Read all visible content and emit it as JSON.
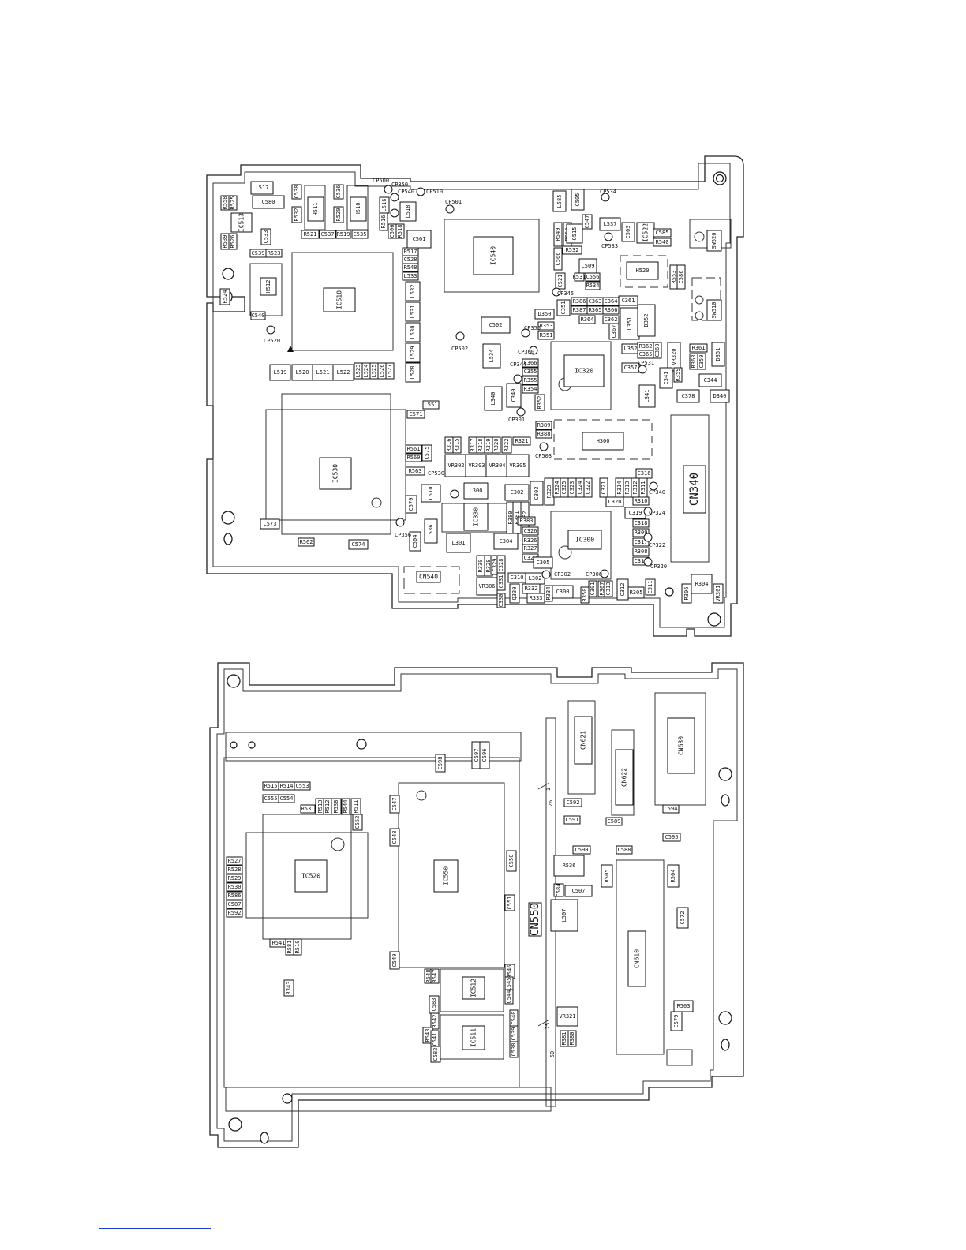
{
  "top_board": {
    "components": [
      {
        "label": "L517"
      },
      {
        "label": "C580"
      },
      {
        "label": "C538"
      },
      {
        "label": "R532"
      },
      {
        "label": "H511"
      },
      {
        "label": "C536"
      },
      {
        "label": "R520"
      },
      {
        "label": "H510"
      },
      {
        "label": "R521"
      },
      {
        "label": "C537"
      },
      {
        "label": "R519"
      },
      {
        "label": "C535"
      },
      {
        "label": "R558"
      },
      {
        "label": "R525"
      },
      {
        "label": "IC513"
      },
      {
        "label": "R539"
      },
      {
        "label": "R526"
      },
      {
        "label": "C533"
      },
      {
        "label": "C539"
      },
      {
        "label": "R523"
      },
      {
        "label": "IC510"
      },
      {
        "label": "H512"
      },
      {
        "label": "R524"
      },
      {
        "label": "C540"
      },
      {
        "label": "L519"
      },
      {
        "label": "L520"
      },
      {
        "label": "L521"
      },
      {
        "label": "L522"
      },
      {
        "label": "L523"
      },
      {
        "label": "L524"
      },
      {
        "label": "L525"
      },
      {
        "label": "L526"
      },
      {
        "label": "L527"
      },
      {
        "label": "R516"
      },
      {
        "label": "L516"
      },
      {
        "label": "C506"
      },
      {
        "label": "R518"
      },
      {
        "label": "L518"
      },
      {
        "label": "C501"
      },
      {
        "label": "R517"
      },
      {
        "label": "C528"
      },
      {
        "label": "R548"
      },
      {
        "label": "L533"
      },
      {
        "label": "L532"
      },
      {
        "label": "L531"
      },
      {
        "label": "L530"
      },
      {
        "label": "L529"
      },
      {
        "label": "L528"
      },
      {
        "label": "IC540"
      },
      {
        "label": "L585"
      },
      {
        "label": "C505"
      },
      {
        "label": "C547"
      },
      {
        "label": "R549"
      },
      {
        "label": "R550"
      },
      {
        "label": "Q515"
      },
      {
        "label": "R532"
      },
      {
        "label": "C566"
      },
      {
        "label": "C509"
      },
      {
        "label": "C521"
      },
      {
        "label": "R531"
      },
      {
        "label": "C556"
      },
      {
        "label": "R534"
      },
      {
        "label": "L537"
      },
      {
        "label": "C503"
      },
      {
        "label": "IC522"
      },
      {
        "label": "C585"
      },
      {
        "label": "R540"
      },
      {
        "label": "SW520"
      },
      {
        "label": "H520"
      },
      {
        "label": "R553"
      },
      {
        "label": "C586"
      },
      {
        "label": "SW510"
      },
      {
        "label": "R386"
      },
      {
        "label": "C363"
      },
      {
        "label": "C364"
      },
      {
        "label": "R387"
      },
      {
        "label": "R365"
      },
      {
        "label": "R366"
      },
      {
        "label": "R364"
      },
      {
        "label": "C362"
      },
      {
        "label": "C361"
      },
      {
        "label": "C351"
      },
      {
        "label": "D350"
      },
      {
        "label": "C502"
      },
      {
        "label": "R353"
      },
      {
        "label": "R351"
      },
      {
        "label": "L351"
      },
      {
        "label": "C367"
      },
      {
        "label": "D352"
      },
      {
        "label": "L534"
      },
      {
        "label": "C366"
      },
      {
        "label": "C355"
      },
      {
        "label": "R355"
      },
      {
        "label": "R354"
      },
      {
        "label": "IC320"
      },
      {
        "label": "L352"
      },
      {
        "label": "R362"
      },
      {
        "label": "C365"
      },
      {
        "label": "C360"
      },
      {
        "label": "VR320"
      },
      {
        "label": "R361"
      },
      {
        "label": "R363"
      },
      {
        "label": "C359"
      },
      {
        "label": "D351"
      },
      {
        "label": "C357"
      },
      {
        "label": "C341"
      },
      {
        "label": "R359"
      },
      {
        "label": "C344"
      },
      {
        "label": "L340"
      },
      {
        "label": "C340"
      },
      {
        "label": "L341"
      },
      {
        "label": "C378"
      },
      {
        "label": "D340"
      },
      {
        "label": "R352"
      },
      {
        "label": "L551"
      },
      {
        "label": "C571"
      },
      {
        "label": "IC530"
      },
      {
        "label": "R389"
      },
      {
        "label": "R388"
      },
      {
        "label": "H300"
      },
      {
        "label": "CN340"
      },
      {
        "label": "R316"
      },
      {
        "label": "R315"
      },
      {
        "label": "R317"
      },
      {
        "label": "R318"
      },
      {
        "label": "R319"
      },
      {
        "label": "R320"
      },
      {
        "label": "R322"
      },
      {
        "label": "R321"
      },
      {
        "label": "R561"
      },
      {
        "label": "R560"
      },
      {
        "label": "C575"
      },
      {
        "label": "VR302"
      },
      {
        "label": "VR303"
      },
      {
        "label": "VR304"
      },
      {
        "label": "VR305"
      },
      {
        "label": "R563"
      },
      {
        "label": "C510"
      },
      {
        "label": "L300"
      },
      {
        "label": "C302"
      },
      {
        "label": "C303"
      },
      {
        "label": "R323"
      },
      {
        "label": "R324"
      },
      {
        "label": "C325"
      },
      {
        "label": "C323"
      },
      {
        "label": "C324"
      },
      {
        "label": "C322"
      },
      {
        "label": "C321"
      },
      {
        "label": "R314"
      },
      {
        "label": "R313"
      },
      {
        "label": "R312"
      },
      {
        "label": "R311"
      },
      {
        "label": "C316"
      },
      {
        "label": "C570"
      },
      {
        "label": "IC330"
      },
      {
        "label": "R380"
      },
      {
        "label": "R381"
      },
      {
        "label": "R382"
      },
      {
        "label": "C320"
      },
      {
        "label": "R310"
      },
      {
        "label": "C319"
      },
      {
        "label": "C573"
      },
      {
        "label": "C504"
      },
      {
        "label": "L536"
      },
      {
        "label": "L301"
      },
      {
        "label": "C304"
      },
      {
        "label": "R383"
      },
      {
        "label": "C326"
      },
      {
        "label": "R326"
      },
      {
        "label": "R327"
      },
      {
        "label": "C327"
      },
      {
        "label": "IC300"
      },
      {
        "label": "C318"
      },
      {
        "label": "R309"
      },
      {
        "label": "C317"
      },
      {
        "label": "R308"
      },
      {
        "label": "C315"
      },
      {
        "label": "R562"
      },
      {
        "label": "C574"
      },
      {
        "label": "C305"
      },
      {
        "label": "CN540"
      },
      {
        "label": "R330"
      },
      {
        "label": "R328"
      },
      {
        "label": "C329"
      },
      {
        "label": "C328"
      },
      {
        "label": "C331"
      },
      {
        "label": "C310"
      },
      {
        "label": "L302"
      },
      {
        "label": "VR306"
      },
      {
        "label": "C330"
      },
      {
        "label": "Q330"
      },
      {
        "label": "R332"
      },
      {
        "label": "R333"
      },
      {
        "label": "R334"
      },
      {
        "label": "C300"
      },
      {
        "label": "R350"
      },
      {
        "label": "C301"
      },
      {
        "label": "R307"
      },
      {
        "label": "C313"
      },
      {
        "label": "C312"
      },
      {
        "label": "C311"
      },
      {
        "label": "R305"
      },
      {
        "label": "R306"
      },
      {
        "label": "R304"
      },
      {
        "label": "VR301"
      },
      {
        "label": "R303"
      }
    ],
    "testpoints": [
      {
        "label": "CP500"
      },
      {
        "label": "CP350"
      },
      {
        "label": "CP540"
      },
      {
        "label": "CP510"
      },
      {
        "label": "CP501"
      },
      {
        "label": "CP534"
      },
      {
        "label": "CP533"
      },
      {
        "label": "CP520"
      },
      {
        "label": "CP502"
      },
      {
        "label": "CP345"
      },
      {
        "label": "CP355"
      },
      {
        "label": "CP300"
      },
      {
        "label": "CP344"
      },
      {
        "label": "CP531"
      },
      {
        "label": "CP301"
      },
      {
        "label": "CP503"
      },
      {
        "label": "CP530"
      },
      {
        "label": "CP340"
      },
      {
        "label": "CP324"
      },
      {
        "label": "CP356"
      },
      {
        "label": "CP322"
      },
      {
        "label": "CP320"
      },
      {
        "label": "CP302"
      },
      {
        "label": "CP308"
      }
    ]
  },
  "bottom_board": {
    "components": [
      {
        "label": "C598"
      },
      {
        "label": "C597"
      },
      {
        "label": "C596"
      },
      {
        "label": "CN621"
      },
      {
        "label": "CN622"
      },
      {
        "label": "CN630"
      },
      {
        "label": "R515"
      },
      {
        "label": "R514"
      },
      {
        "label": "C553"
      },
      {
        "label": "C555"
      },
      {
        "label": "C554"
      },
      {
        "label": "R531"
      },
      {
        "label": "R513"
      },
      {
        "label": "R512"
      },
      {
        "label": "R538"
      },
      {
        "label": "R544"
      },
      {
        "label": "R511"
      },
      {
        "label": "C552"
      },
      {
        "label": "C547"
      },
      {
        "label": "C548"
      },
      {
        "label": "IC550"
      },
      {
        "label": "C550"
      },
      {
        "label": "C592"
      },
      {
        "label": "C591"
      },
      {
        "label": "C589"
      },
      {
        "label": "C594"
      },
      {
        "label": "C595"
      },
      {
        "label": "R527"
      },
      {
        "label": "R528"
      },
      {
        "label": "R529"
      },
      {
        "label": "R530"
      },
      {
        "label": "R586"
      },
      {
        "label": "C587"
      },
      {
        "label": "R592"
      },
      {
        "label": "IC520"
      },
      {
        "label": "C590"
      },
      {
        "label": "R536"
      },
      {
        "label": "C588"
      },
      {
        "label": "R505"
      },
      {
        "label": "R504"
      },
      {
        "label": "C584"
      },
      {
        "label": "C507"
      },
      {
        "label": "L507"
      },
      {
        "label": "C551"
      },
      {
        "label": "CN550"
      },
      {
        "label": "C572"
      },
      {
        "label": "CN610"
      },
      {
        "label": "R541"
      },
      {
        "label": "R581"
      },
      {
        "label": "R510"
      },
      {
        "label": "C549"
      },
      {
        "label": "R548"
      },
      {
        "label": "R547"
      },
      {
        "label": "IC512"
      },
      {
        "label": "R546"
      },
      {
        "label": "C545"
      },
      {
        "label": "C544"
      },
      {
        "label": "R343"
      },
      {
        "label": "C583"
      },
      {
        "label": "R542"
      },
      {
        "label": "R543"
      },
      {
        "label": "C541"
      },
      {
        "label": "IC511"
      },
      {
        "label": "C540"
      },
      {
        "label": "C539"
      },
      {
        "label": "C538"
      },
      {
        "label": "C582"
      },
      {
        "label": "VR321"
      },
      {
        "label": "R381"
      },
      {
        "label": "R380"
      },
      {
        "label": "R503"
      },
      {
        "label": "C579"
      }
    ],
    "pin_marks": [
      {
        "label": "1"
      },
      {
        "label": "26"
      },
      {
        "label": "25"
      },
      {
        "label": "50"
      }
    ]
  }
}
